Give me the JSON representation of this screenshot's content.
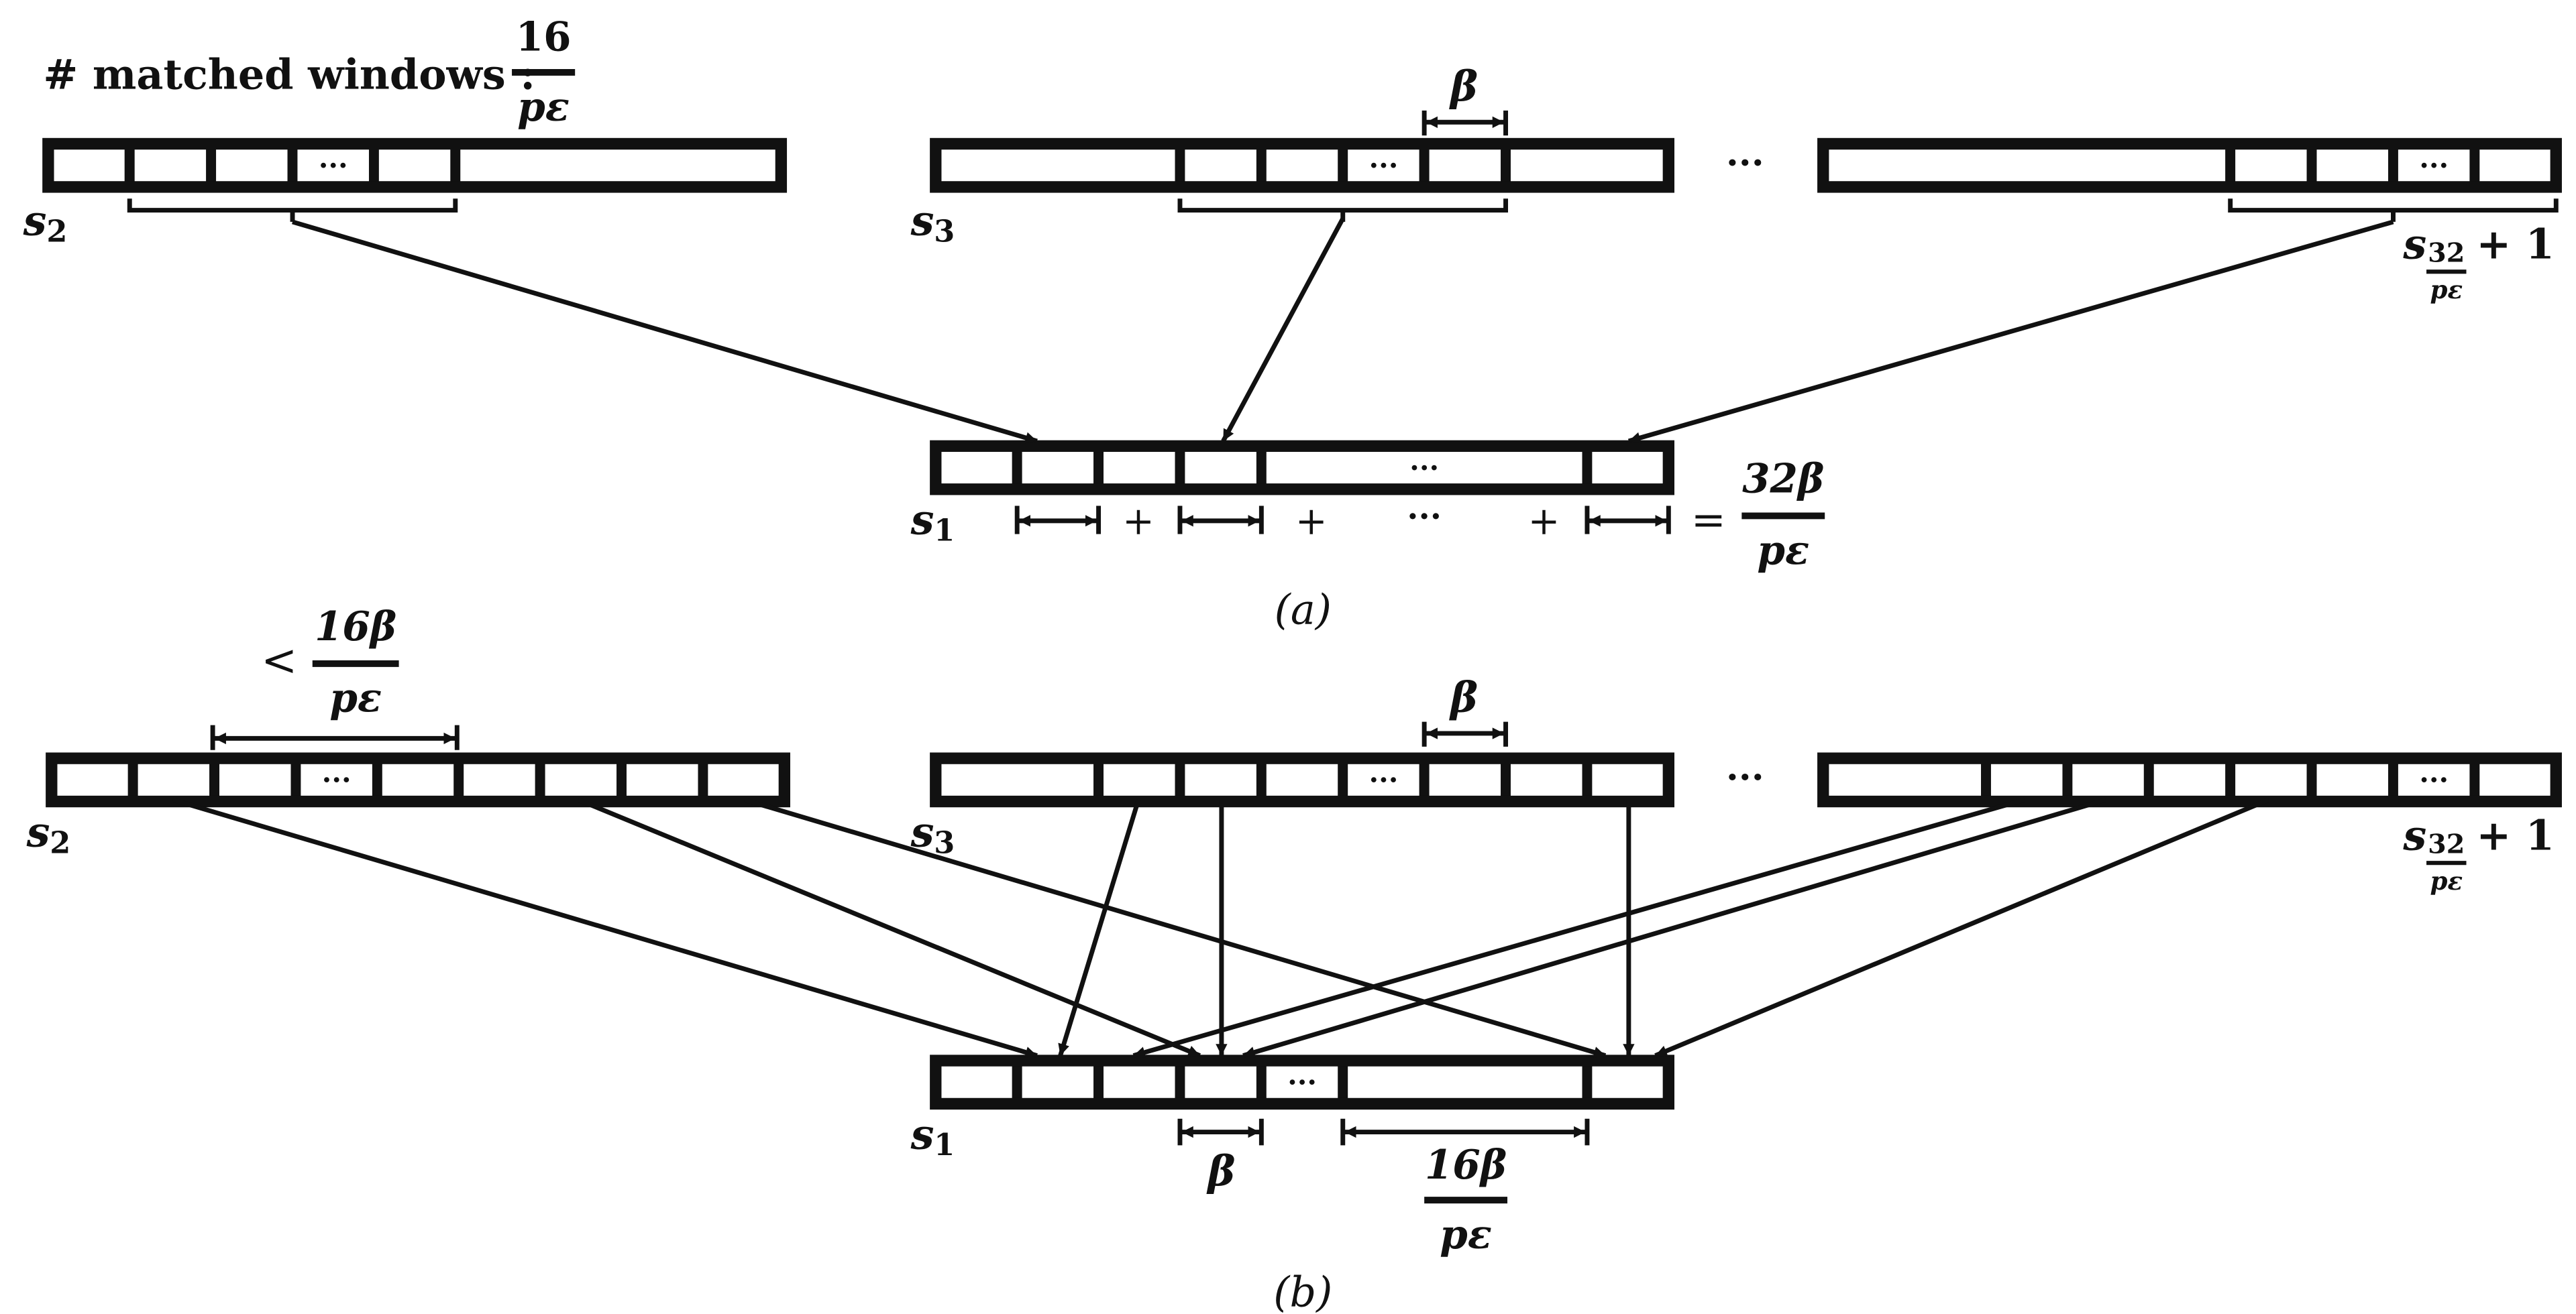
{
  "header": {
    "label": "# matched windows :",
    "frac_num": "16",
    "frac_den": "pε"
  },
  "ellipsis": "···",
  "dots": "···",
  "plus": "+",
  "less_than": "<",
  "equals": "=",
  "beta": "β",
  "seq": {
    "s_letter": "s",
    "idx_1": "1",
    "idx_2": "2",
    "idx_3": "3",
    "last_num": "32",
    "last_den": "pε",
    "last_plus": "+ 1"
  },
  "panel_a": {
    "caption": "(a)",
    "sum_num": "32β",
    "sum_den": "pε"
  },
  "panel_b": {
    "caption": "(b)",
    "lt_num": "16β",
    "lt_den": "pε",
    "span_num": "16β",
    "span_den": "pε"
  },
  "patterns": [
    "white",
    "diagonal-hatch",
    "fine-dots",
    "cross-dots",
    "wavy-lines"
  ],
  "colors": {
    "ink": "#111111",
    "paper": "#ffffff"
  }
}
